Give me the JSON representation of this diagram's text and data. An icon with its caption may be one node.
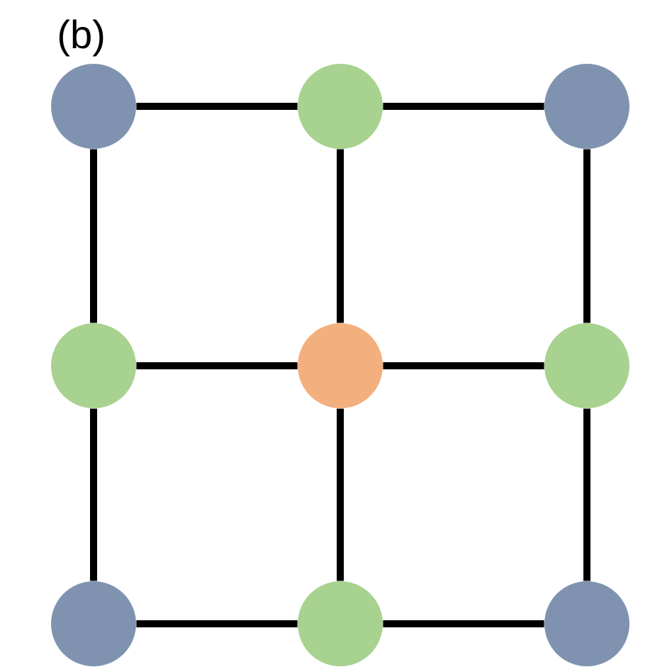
{
  "diagram": {
    "nodes": [
      {
        "text": [],
        "shape": "circle"
      },
      {
        "text": [],
        "shape": "circle"
      },
      {
        "text": [],
        "shape": "circle"
      },
      {
        "text": [],
        "shape": "circle"
      },
      {
        "text": [],
        "shape": "circle"
      },
      {
        "text": [],
        "shape": "circle"
      },
      {
        "text": [],
        "shape": "circle"
      },
      {
        "text": [],
        "shape": "circle"
      },
      {
        "text": [],
        "shape": "circle"
      }
    ],
    "edges": [
      {
        "from": 0,
        "to": 1,
        "arrow": "none"
      },
      {
        "from": 1,
        "to": 2,
        "arrow": "none"
      },
      {
        "from": 3,
        "to": 4,
        "arrow": "none"
      },
      {
        "from": 4,
        "to": 5,
        "arrow": "none"
      },
      {
        "from": 6,
        "to": 7,
        "arrow": "none"
      },
      {
        "from": 7,
        "to": 8,
        "arrow": "none"
      },
      {
        "from": 0,
        "to": 3,
        "arrow": "none"
      },
      {
        "from": 3,
        "to": 6,
        "arrow": "none"
      },
      {
        "from": 1,
        "to": 4,
        "arrow": "none"
      },
      {
        "from": 4,
        "to": 7,
        "arrow": "none"
      },
      {
        "from": 2,
        "to": 5,
        "arrow": "none"
      },
      {
        "from": 5,
        "to": 8,
        "arrow": "none"
      }
    ],
    "labels": [
      "(b)"
    ]
  }
}
